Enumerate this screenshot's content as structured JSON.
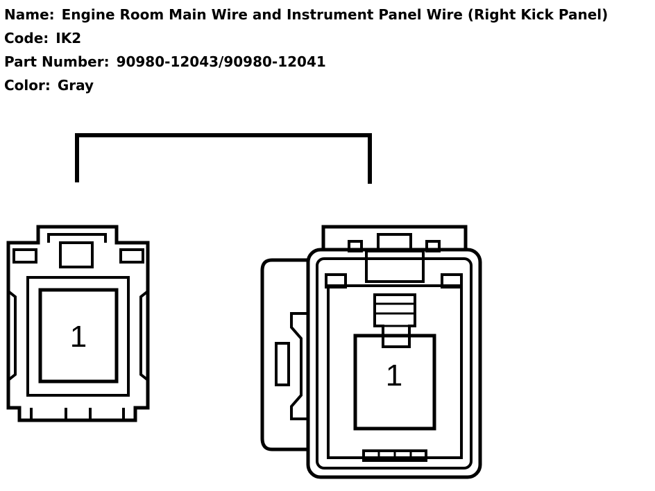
{
  "connector": {
    "name_label": "Name:",
    "name": "Engine Room Main Wire and Instrument Panel Wire (Right Kick Panel)",
    "code_label": "Code:",
    "code": "IK2",
    "part_number_label": "Part Number:",
    "part_number": "90980-12043/90980-12041",
    "color_label": "Color:",
    "color": "Gray"
  },
  "left_connector": {
    "pin": "1"
  },
  "right_connector": {
    "pin": "1"
  },
  "colors": {
    "stroke": "#000000",
    "background": "#ffffff"
  }
}
